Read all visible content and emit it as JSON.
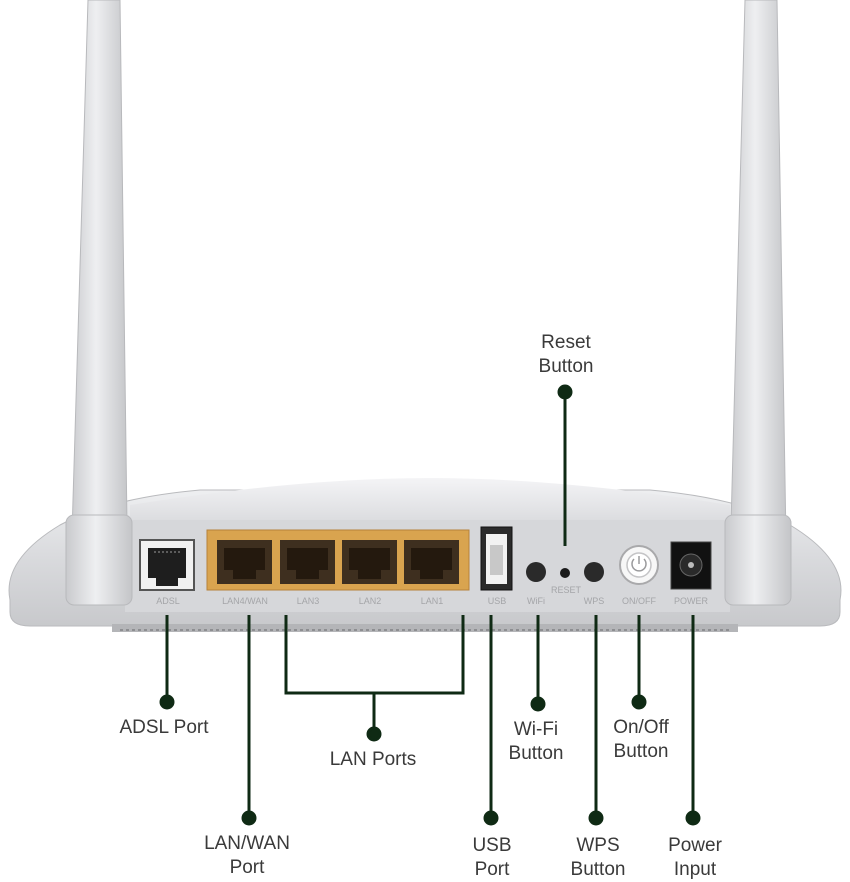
{
  "device": {
    "body_color": "#dcdde0",
    "lan_block_color": "#d9a44f",
    "leader_color": "#0f2a14",
    "port_labels": {
      "adsl": "ADSL",
      "lan_wan": "LAN4/WAN",
      "lan3": "LAN3",
      "lan2": "LAN2",
      "lan1": "LAN1",
      "usb": "USB",
      "wifi": "WiFi",
      "reset": "RESET",
      "wps": "WPS",
      "on_off": "ON/OFF",
      "power": "POWER"
    }
  },
  "callouts": {
    "reset": {
      "line1": "Reset",
      "line2": "Button"
    },
    "adsl": {
      "line1": "ADSL Port"
    },
    "lan_ports": {
      "line1": "LAN Ports"
    },
    "wifi": {
      "line1": "Wi-Fi",
      "line2": "Button"
    },
    "on_off": {
      "line1": "On/Off",
      "line2": "Button"
    },
    "lan_wan": {
      "line1": "LAN/WAN",
      "line2": "Port"
    },
    "usb": {
      "line1": "USB",
      "line2": "Port"
    },
    "wps": {
      "line1": "WPS",
      "line2": "Button"
    },
    "power": {
      "line1": "Power",
      "line2": "Input"
    }
  }
}
